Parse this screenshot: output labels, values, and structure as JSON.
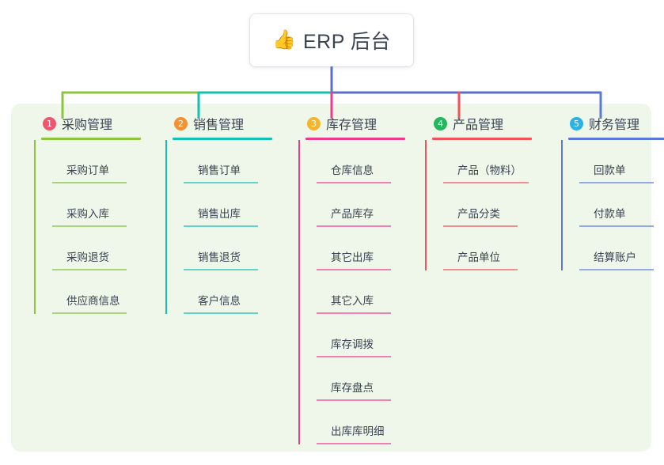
{
  "root": {
    "icon": "thumbs-up-icon",
    "emoji": "👍",
    "title": "ERP 后台"
  },
  "colors": {
    "panel_bg": "#eef7e9",
    "page_bg": "#ffffff",
    "text": "#3b4252",
    "trunk": "#5b6ecb",
    "branch_green": "#7dbb42",
    "branch_teal": "#16c0b0",
    "branch_blue": "#5b6ecb"
  },
  "columns": [
    {
      "number": "1",
      "title": "采购管理",
      "badge_color": "#f0566e",
      "line_color": "#8cc63f",
      "leaf_line_color": "#a9d47c",
      "items": [
        {
          "label": "采购订单"
        },
        {
          "label": "采购入库"
        },
        {
          "label": "采购退货"
        },
        {
          "label": "供应商信息"
        }
      ]
    },
    {
      "number": "2",
      "title": "销售管理",
      "badge_color": "#f59133",
      "line_color": "#16c0b0",
      "leaf_line_color": "#66d3c8",
      "items": [
        {
          "label": "销售订单"
        },
        {
          "label": "销售出库"
        },
        {
          "label": "销售退货"
        },
        {
          "label": "客户信息"
        }
      ]
    },
    {
      "number": "3",
      "title": "库存管理",
      "badge_color": "#f5b62c",
      "line_color": "#ef3a8c",
      "leaf_line_color": "#f07fb4",
      "items": [
        {
          "label": "仓库信息"
        },
        {
          "label": "产品库存"
        },
        {
          "label": "其它出库"
        },
        {
          "label": "其它入库"
        },
        {
          "label": "库存调拨"
        },
        {
          "label": "库存盘点"
        },
        {
          "label": "出库库明细"
        }
      ]
    },
    {
      "number": "4",
      "title": "产品管理",
      "badge_color": "#22b95d",
      "line_color": "#f4515b",
      "leaf_line_color": "#f08f91",
      "items": [
        {
          "label": "产品（物料）"
        },
        {
          "label": "产品分类"
        },
        {
          "label": "产品单位"
        }
      ]
    },
    {
      "number": "5",
      "title": "财务管理",
      "badge_color": "#2bb3e8",
      "line_color": "#5b79d6",
      "leaf_line_color": "#93a9e4",
      "items": [
        {
          "label": "回款单"
        },
        {
          "label": "付款单"
        },
        {
          "label": "结算账户"
        }
      ]
    }
  ],
  "connectors": {
    "trunk_color": "#5b6ecb",
    "bar_segments": [
      {
        "from": "col1",
        "to": "col2",
        "color": "#8cc63f"
      },
      {
        "from": "col2",
        "to": "col3",
        "color": "#16c0b0"
      },
      {
        "from": "col3",
        "to": "col5",
        "color": "#5b6ecb"
      }
    ],
    "drops": [
      {
        "column": "1",
        "color": "#8cc63f"
      },
      {
        "column": "2",
        "color": "#16c0b0"
      },
      {
        "column": "3",
        "color": "#ef3a8c"
      },
      {
        "column": "4",
        "color": "#f4515b"
      },
      {
        "column": "5",
        "color": "#5b79d6"
      }
    ]
  }
}
